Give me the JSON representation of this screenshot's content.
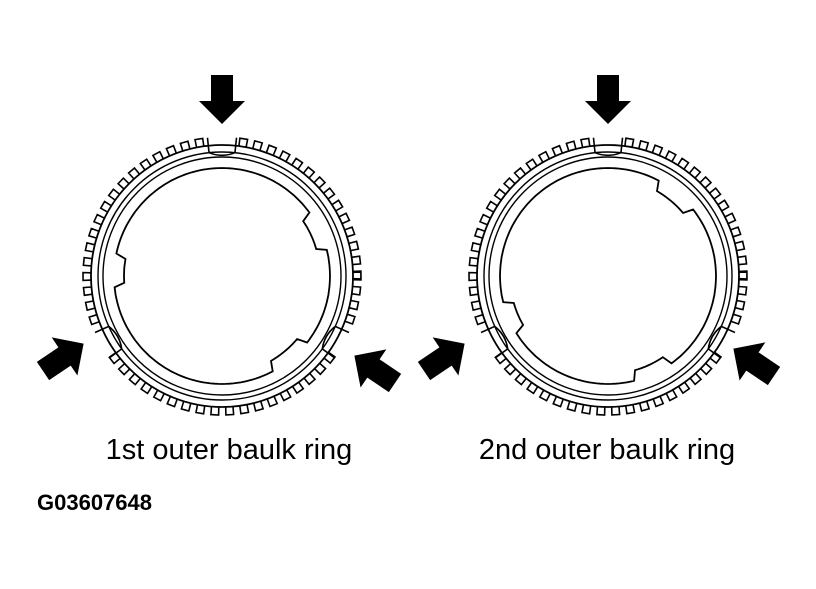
{
  "rings": [
    {
      "caption": "1st outer baulk ring"
    },
    {
      "caption": "2nd outer baulk ring"
    }
  ],
  "figure_id": "G03607648",
  "colors": {
    "line": "#000000",
    "background": "#ffffff"
  }
}
